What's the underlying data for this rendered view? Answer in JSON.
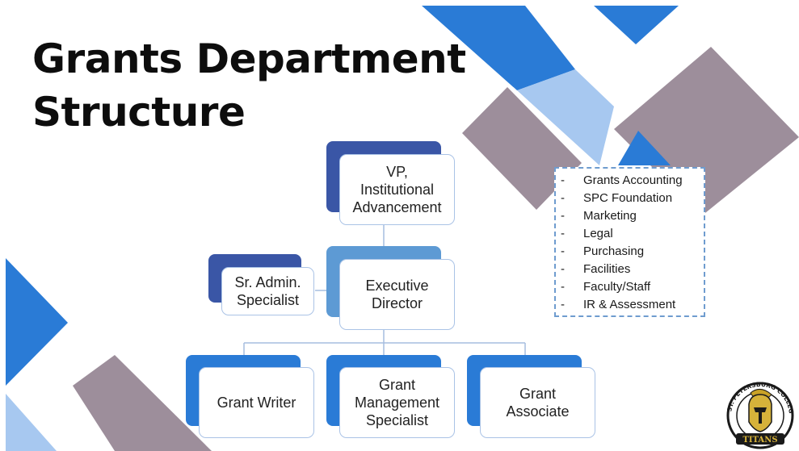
{
  "slide": {
    "title_lines": [
      "Grants Department",
      "Structure"
    ]
  },
  "org_chart": {
    "top": {
      "lines": [
        "VP,",
        "Institutional",
        "Advancement"
      ]
    },
    "assistant": {
      "lines": [
        "Sr. Admin.",
        "Specialist"
      ]
    },
    "middle": {
      "lines": [
        "Executive",
        "Director"
      ]
    },
    "staff": [
      {
        "lines": [
          "Grant Writer"
        ]
      },
      {
        "lines": [
          "Grant",
          "Management",
          "Specialist"
        ]
      },
      {
        "lines": [
          "Grant",
          "Associate"
        ]
      }
    ]
  },
  "departments": {
    "bullet": "-",
    "items": [
      "Grants Accounting",
      "SPC Foundation",
      "Marketing",
      "Legal",
      "Purchasing",
      "Facilities",
      "Faculty/Staff",
      "IR & Assessment"
    ]
  },
  "logo": {
    "arc_text": "ST. PETERSBURG COLLEGE",
    "banner_text": "TITANS"
  },
  "colors": {
    "dark_blue": "#3a56a6",
    "mid_blue": "#5d9ad4",
    "bright_blue": "#2a7bd6",
    "light_blue": "#a7c8f0",
    "mauve": "#9d8e9b",
    "connector": "#a6bddf",
    "dashed_border": "#6f9ccf"
  }
}
